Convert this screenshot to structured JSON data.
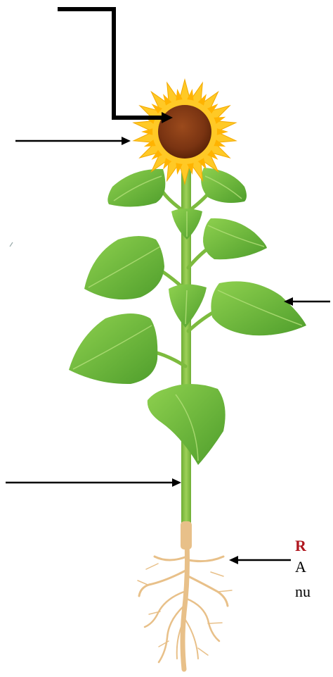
{
  "label": {
    "title": "R",
    "line1": "A",
    "line2": "nu"
  },
  "colors": {
    "label_title": "#b0171f",
    "arrow": "#000000",
    "stem": "#8bc34a",
    "leaf": "#6cbf3c",
    "leaf_dark": "#4d9a2a",
    "petal": "#ffc926",
    "petal_inner": "#ffb300",
    "center": "#7a3412",
    "root": "#e8c089"
  }
}
